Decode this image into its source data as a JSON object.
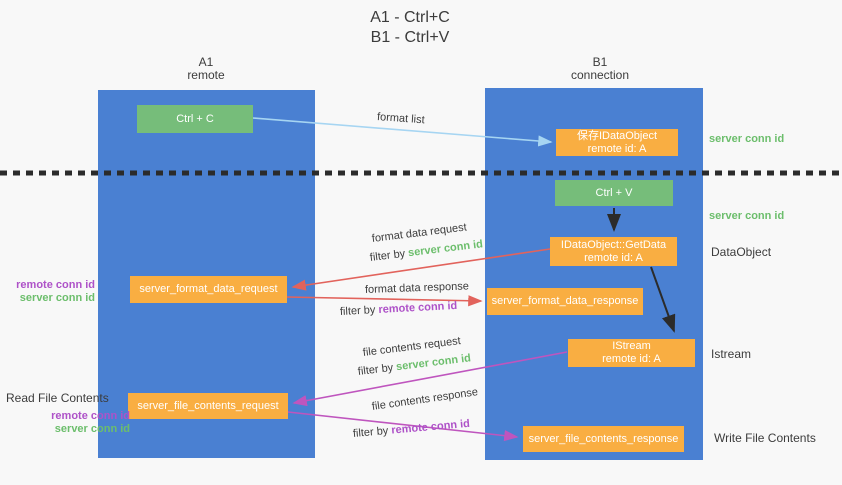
{
  "title": {
    "line1": "A1 - Ctrl+C",
    "line2": "B1 - Ctrl+V"
  },
  "columns": {
    "left": {
      "name": "A1",
      "sub": "remote"
    },
    "right": {
      "name": "B1",
      "sub": "connection"
    }
  },
  "boxes": {
    "ctrl_c": "Ctrl + C",
    "ctrl_v": "Ctrl + V",
    "save_idataobject_line1": "保存IDataObject",
    "save_idataobject_line2": "remote id: A",
    "getdata_line1": "IDataObject::GetData",
    "getdata_line2": "remote id: A",
    "istream_line1": "IStream",
    "istream_line2": "remote id: A",
    "format_request": "server_format_data_request",
    "format_response": "server_format_data_response",
    "file_request": "server_file_contents_request",
    "file_response": "server_file_contents_response"
  },
  "arrow_labels": {
    "format_list": "format list",
    "format_data_request": "format data request",
    "format_data_response": "format data response",
    "file_contents_request": "file contents request",
    "file_contents_response": "file contents response",
    "filter_by": "filter by ",
    "server_conn_id": "server conn id",
    "remote_conn_id": "remote conn id"
  },
  "side_labels": {
    "remote_conn_id": "remote conn id",
    "server_conn_id": "server conn id",
    "read_file_contents": "Read File Contents",
    "write_file_contents": "Write File Contents",
    "dataobject": "DataObject",
    "istream": "Istream"
  },
  "colors": {
    "lane-blue": "#4a80d2",
    "box-green": "#76bd7a",
    "box-orange": "#f9ae42",
    "arrow-blue": "#a6d5f2",
    "arrow-red": "#e2635c",
    "arrow-magenta": "#bf55be",
    "arrow-black": "#2b2b2b",
    "text-green": "#6cbe6c",
    "text-purple": "#ae52c8",
    "text-dark": "#3c3c3c",
    "bg": "#f8f8f8"
  }
}
